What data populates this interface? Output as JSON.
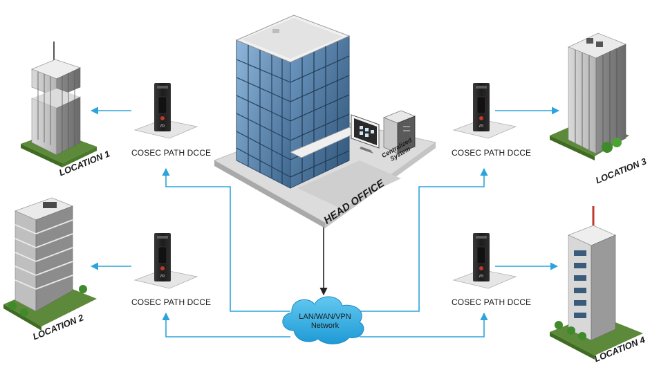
{
  "head_office": {
    "label": "HEAD OFFICE",
    "system_line1": "Centralized",
    "system_line2": "System"
  },
  "network": {
    "line1": "LAN/WAN/VPN",
    "line2": "Network"
  },
  "devices": [
    {
      "label": "COSEC PATH DCCE"
    },
    {
      "label": "COSEC PATH DCCE"
    },
    {
      "label": "COSEC PATH DCCE"
    },
    {
      "label": "COSEC PATH DCCE"
    }
  ],
  "locations": [
    {
      "label": "LOCATION 1"
    },
    {
      "label": "LOCATION 2"
    },
    {
      "label": "LOCATION 3"
    },
    {
      "label": "LOCATION 4"
    }
  ],
  "colors": {
    "connector": "#2ba3dc",
    "arrow_dark": "#222222",
    "cloud": "#34b3e8",
    "glass": "#5d86b0",
    "ground": "#5d8a3a"
  }
}
